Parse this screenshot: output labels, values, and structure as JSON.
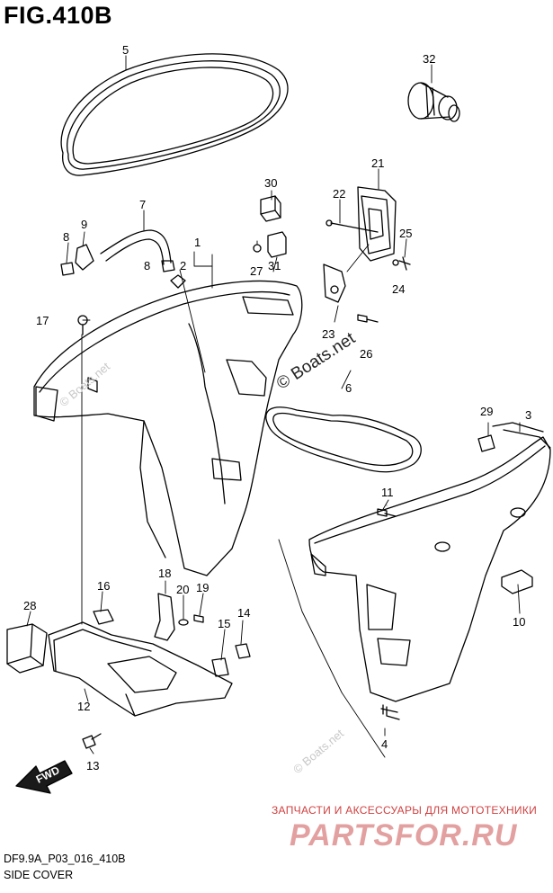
{
  "figure": {
    "title": "FIG.410B",
    "code": "DF9.9A_P03_016_410B",
    "name": "SIDE COVER"
  },
  "fwd_arrow": {
    "label": "FWD"
  },
  "watermarks": {
    "boats_main": "© Boats.net",
    "boats_faint": "© Boats.net",
    "parts_line": "ЗАПЧАСТИ И АКСЕССУАРЫ ДЛЯ МОТОТЕХНИКИ",
    "parts_brand": "PARTSFOR.RU"
  },
  "callouts": [
    "1",
    "2",
    "3",
    "4",
    "5",
    "6",
    "7",
    "8",
    "8",
    "9",
    "10",
    "11",
    "12",
    "13",
    "14",
    "15",
    "16",
    "17",
    "18",
    "19",
    "20",
    "21",
    "22",
    "23",
    "24",
    "25",
    "26",
    "27",
    "28",
    "29",
    "30",
    "31",
    "32"
  ]
}
